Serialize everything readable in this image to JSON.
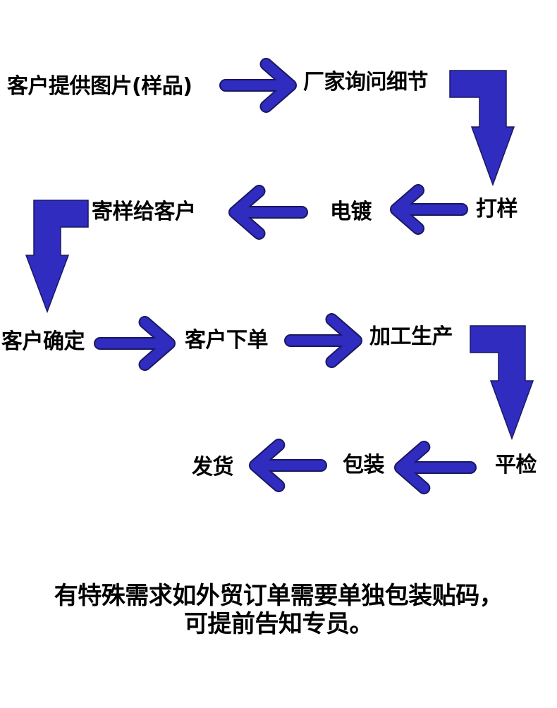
{
  "colors": {
    "arrow_fill": "#2f2cbf",
    "arrow_stroke": "#1a1860",
    "text": "#000000",
    "background": "#ffffff"
  },
  "steps": [
    {
      "id": "customer-provides-sample",
      "label": "客户提供图片(样品)"
    },
    {
      "id": "factory-asks-details",
      "label": "厂家询问细节"
    },
    {
      "id": "sampling",
      "label": "打样"
    },
    {
      "id": "plating",
      "label": "电镀"
    },
    {
      "id": "send-sample",
      "label": "寄样给客户"
    },
    {
      "id": "customer-confirms",
      "label": "客户确定"
    },
    {
      "id": "customer-orders",
      "label": "客户下单"
    },
    {
      "id": "production",
      "label": "加工生产"
    },
    {
      "id": "inspection",
      "label": "平检"
    },
    {
      "id": "packaging",
      "label": "包装"
    },
    {
      "id": "shipping",
      "label": "发货"
    }
  ],
  "note": {
    "line1": "有特殊需求如外贸订单需要单独包装贴码，",
    "line2": "可提前告知专员。"
  }
}
